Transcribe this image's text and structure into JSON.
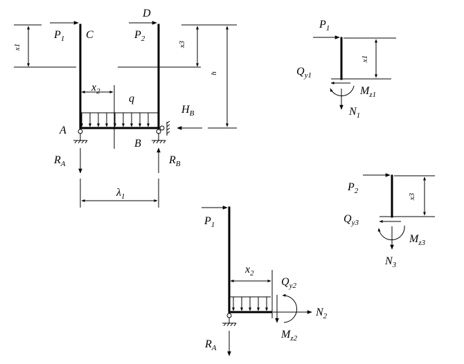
{
  "main": {
    "P1": "P",
    "P1_sub": "1",
    "C": "C",
    "D": "D",
    "P2": "P",
    "P2_sub": "2",
    "x1": "x1",
    "x3": "x3",
    "h": "h",
    "x2": "x",
    "x2_sub": "2",
    "q": "q",
    "HB": "H",
    "HB_sub": "B",
    "A": "A",
    "B": "B",
    "RA": "R",
    "RA_sub": "A",
    "RB": "R",
    "RB_sub": "B",
    "lambda": "λ",
    "lambda_sub": "1"
  },
  "sec1": {
    "P1": "P",
    "P1_sub": "1",
    "x1": "x1",
    "Qy1": "Q",
    "Qy1_sub": "y1",
    "Mz1": "M",
    "Mz1_sub": "z1",
    "N1": "N",
    "N1_sub": "1"
  },
  "sec3": {
    "P2": "P",
    "P2_sub": "2",
    "x3": "x3",
    "Qy3": "Q",
    "Qy3_sub": "y3",
    "Mz3": "M",
    "Mz3_sub": "z3",
    "N3": "N",
    "N3_sub": "3"
  },
  "sec2": {
    "P1": "P",
    "P1_sub": "1",
    "x2": "x",
    "x2_sub": "2",
    "Qy2": "Q",
    "Qy2_sub": "y2",
    "N2": "N",
    "N2_sub": "2",
    "Mz2": "M",
    "Mz2_sub": "z2",
    "RA": "R",
    "RA_sub": "A"
  }
}
